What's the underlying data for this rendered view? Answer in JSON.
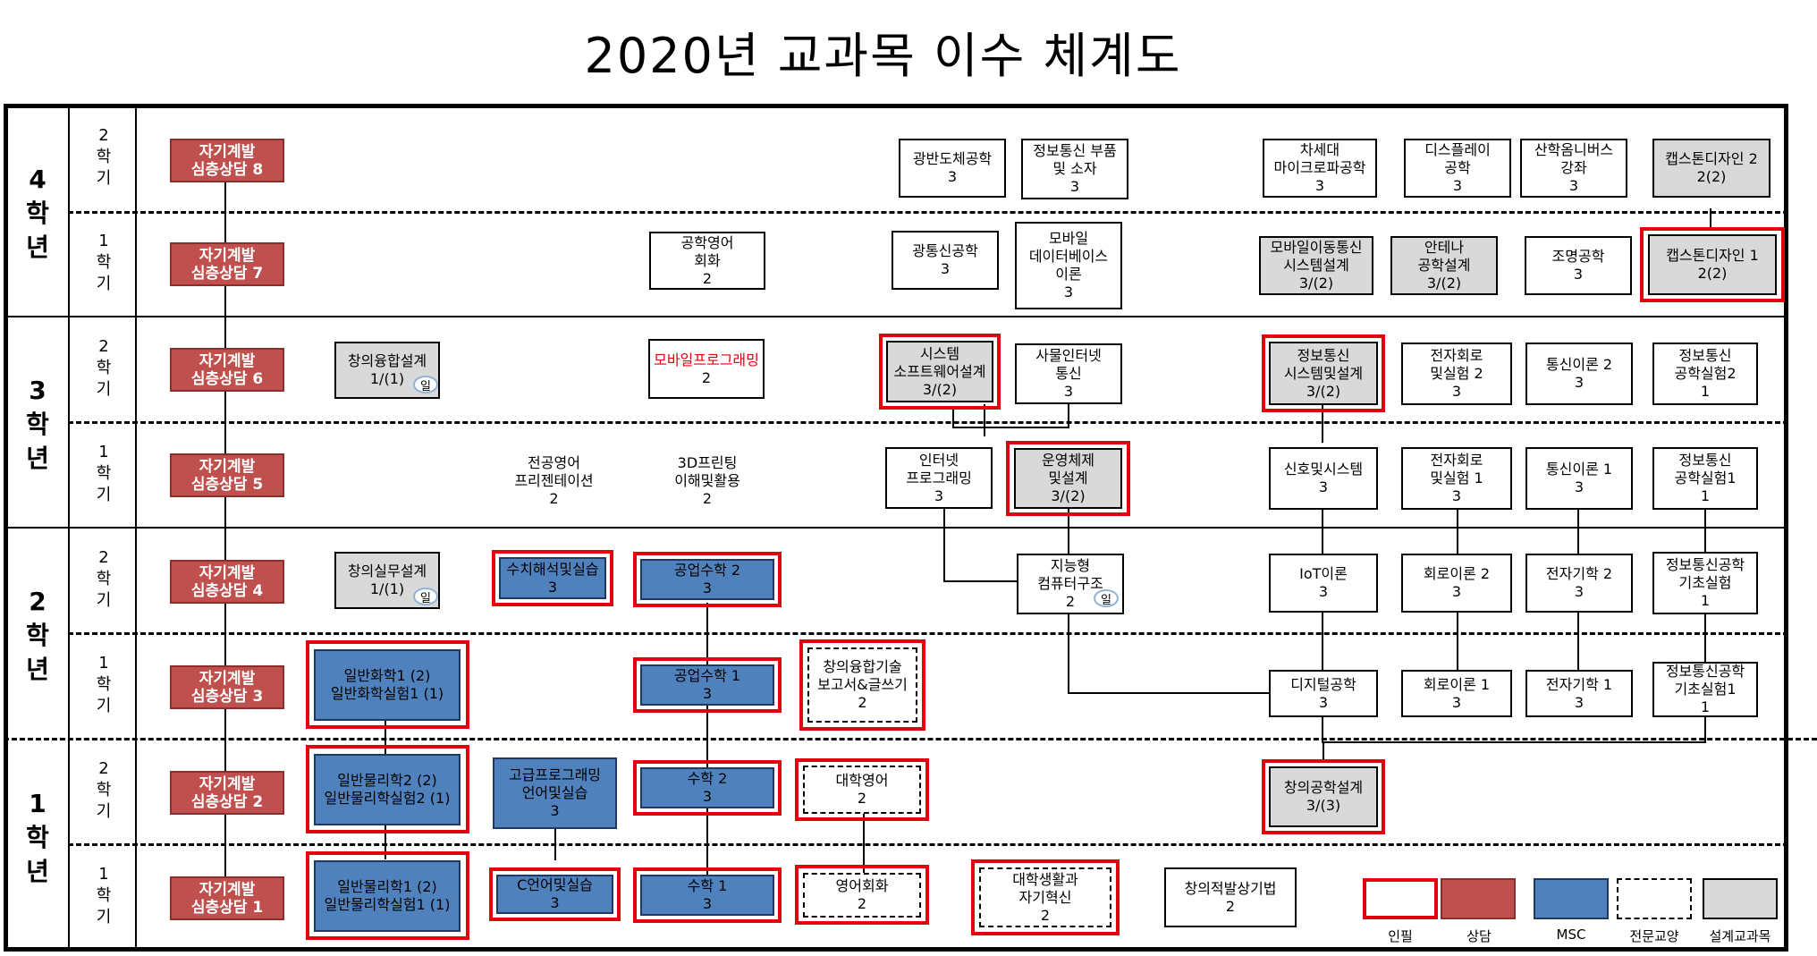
{
  "title": "2020년 교과목 이수 체계도",
  "years": [
    "4\n학\n년",
    "3\n학\n년",
    "2\n학\n년",
    "1\n학\n년"
  ],
  "semesters": [
    "2\n학\n기",
    "1\n학\n기",
    "2\n학\n기",
    "1\n학\n기",
    "2\n학\n기",
    "1\n학\n기",
    "2\n학\n기",
    "1\n학\n기"
  ],
  "courses": {
    "counsel8": "자기계발\n심층상담 8",
    "counsel7": "자기계발\n심층상담 7",
    "counsel6": "자기계발\n심층상담 6",
    "counsel5": "자기계발\n심층상담 5",
    "counsel4": "자기계발\n심층상담 4",
    "counsel3": "자기계발\n심층상담 3",
    "counsel2": "자기계발\n심층상담 2",
    "counsel1": "자기계발\n심층상담 1",
    "creative_fusion_design": "창의융합설계\n1/(1)",
    "creative_practice_design": "창의실무설계\n1/(1)",
    "chem1": "일반화학1 (2)\n일반화학실험1 (1)",
    "phys2": "일반물리학2 (2)\n일반물리학실험2 (1)",
    "phys1": "일반물리학1 (2)\n일반물리학실험1 (1)",
    "eng_presentation": "전공영어\n프리젠테이션\n2",
    "numerical": "수치해석및실습\n3",
    "adv_prog": "고급프로그래밍\n언어및실습\n3",
    "c_lang": "C언어및실습\n3",
    "eng_conv_engineering": "공학영어\n회화\n2",
    "mobile_prog_name": "모바일프로그래밍",
    "mobile_prog_credit": "2",
    "printing3d": "3D프린팅\n이해및활용\n2",
    "eng_math2": "공업수학 2\n3",
    "eng_math1": "공업수학 1\n3",
    "math2": "수학 2\n3",
    "math1": "수학 1\n3",
    "fusion_report": "창의융합기술\n보고서&글쓰기\n2",
    "college_english": "대학영어\n2",
    "english_conv": "영어회화\n2",
    "college_life": "대학생활과\n자기혁신\n2",
    "photonic_semi": "광반도체공학\n3",
    "optical_comm": "광통신공학\n3",
    "sys_software": "시스템\n소프트웨어설계\n3/(2)",
    "internet_prog": "인터넷\n프로그래밍\n3",
    "info_parts": "정보통신 부품\n및 소자\n3",
    "mobile_db": "모바일\n데이터베이스\n이론\n3",
    "iot_comm": "사물인터넷\n통신\n3",
    "os_design": "운영체제\n및설계\n3/(2)",
    "intelligent_arch": "지능형\n컴퓨터구조\n2",
    "creative_idea": "창의적발상기법\n2",
    "next_micro": "차세대\n마이크로파공학\n3",
    "mobile_comm_sys": "모바일이동통신\n시스템설계\n3/(2)",
    "info_sys_design": "정보통신\n시스템및설계\n3/(2)",
    "signal_sys": "신호및시스템\n3",
    "iot_theory": "IoT이론\n3",
    "digital_eng": "디지털공학\n3",
    "creative_eng_design": "창의공학설계\n3/(3)",
    "display": "디스플레이\n공학\n3",
    "antenna": "안테나\n공학설계\n3/(2)",
    "elec_lab2": "전자회로\n및실험 2\n3",
    "elec_lab1": "전자회로\n및실험 1\n3",
    "circuit2": "회로이론 2\n3",
    "circuit1": "회로이론 1\n3",
    "industry_omnibus": "산학옴니버스\n강좌\n3",
    "lighting": "조명공학\n3",
    "comm_theory2": "통신이론 2\n3",
    "comm_theory1": "통신이론 1\n3",
    "em2": "전자기학 2\n3",
    "em1": "전자기학 1\n3",
    "capstone2": "캡스톤디자인 2\n2(2)",
    "capstone1": "캡스톤디자인 1\n2(2)",
    "info_lab2": "정보통신\n공학실험2\n1",
    "info_lab1": "정보통신\n공학실험1\n1",
    "info_basic_lab": "정보통신공학\n기초실험\n1",
    "info_basic_lab1": "정보통신공학\n기초실험1\n1"
  },
  "badge": "일",
  "legend": {
    "required": "인필",
    "counsel": "상담",
    "msc": "MSC",
    "liberal": "전문교양",
    "design": "설계교과목"
  },
  "colors": {
    "counsel": "#c0504d",
    "msc": "#4f81bd",
    "design": "#d9d9d9",
    "required_outline": "#e3000f"
  }
}
